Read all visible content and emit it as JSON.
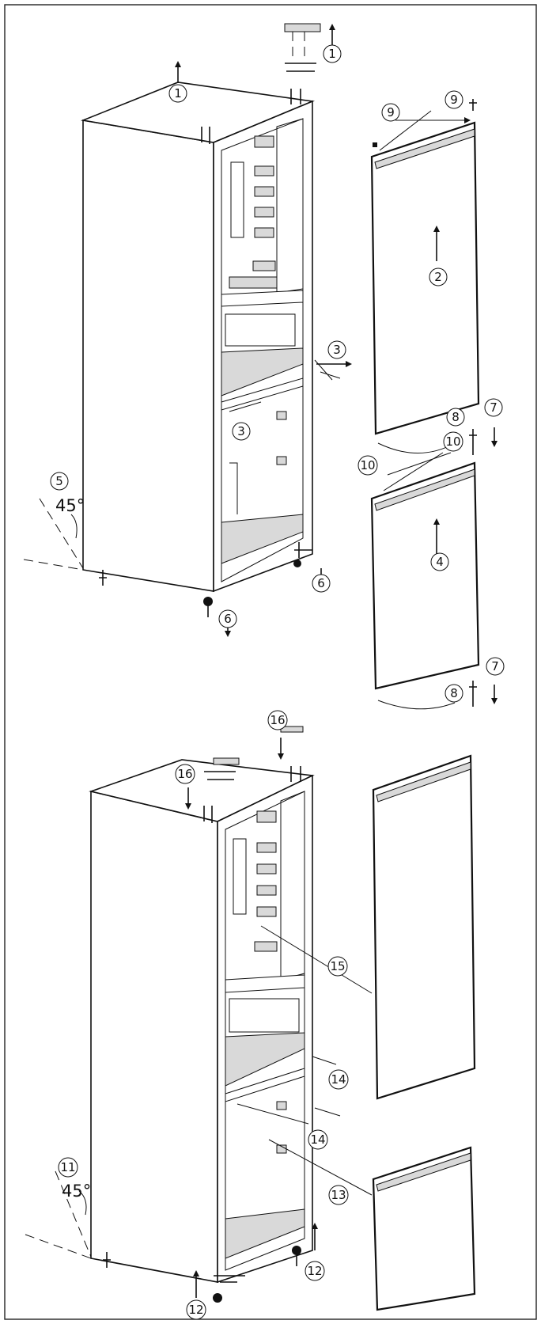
{
  "diagram": {
    "callouts": [
      {
        "id": "c1a",
        "label": "1"
      },
      {
        "id": "c1b",
        "label": "1"
      },
      {
        "id": "c2",
        "label": "2"
      },
      {
        "id": "c3a",
        "label": "3"
      },
      {
        "id": "c3b",
        "label": "3"
      },
      {
        "id": "c4",
        "label": "4"
      },
      {
        "id": "c5",
        "label": "5"
      },
      {
        "id": "c6a",
        "label": "6"
      },
      {
        "id": "c6b",
        "label": "6"
      },
      {
        "id": "c7a",
        "label": "7"
      },
      {
        "id": "c7b",
        "label": "7"
      },
      {
        "id": "c8a",
        "label": "8"
      },
      {
        "id": "c8b",
        "label": "8"
      },
      {
        "id": "c9a",
        "label": "9"
      },
      {
        "id": "c9b",
        "label": "9"
      },
      {
        "id": "c10a",
        "label": "10"
      },
      {
        "id": "c10b",
        "label": "10"
      },
      {
        "id": "c11",
        "label": "11"
      },
      {
        "id": "c12a",
        "label": "12"
      },
      {
        "id": "c12b",
        "label": "12"
      },
      {
        "id": "c13",
        "label": "13"
      },
      {
        "id": "c14a",
        "label": "14"
      },
      {
        "id": "c14b",
        "label": "14"
      },
      {
        "id": "c15",
        "label": "15"
      },
      {
        "id": "c16a",
        "label": "16"
      },
      {
        "id": "c16b",
        "label": "16"
      }
    ],
    "angles": {
      "top": "45°",
      "bottom": "45°"
    }
  }
}
